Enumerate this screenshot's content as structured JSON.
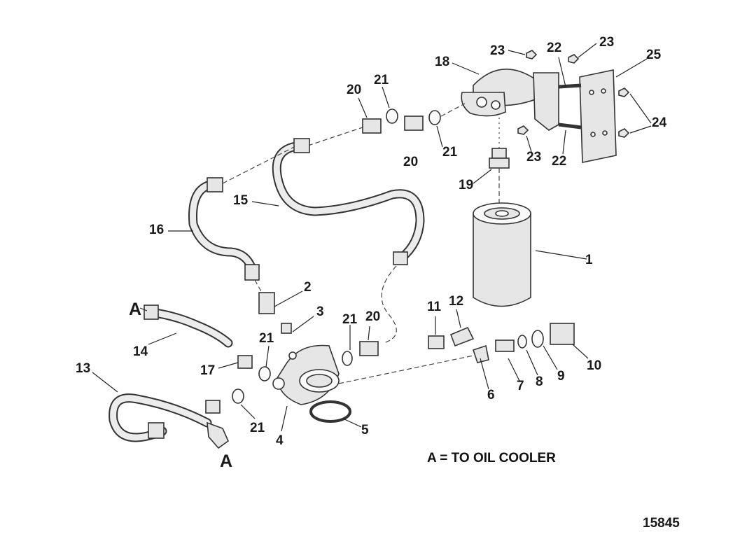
{
  "callouts": {
    "c1": "1",
    "c2": "2",
    "c3": "3",
    "c4": "4",
    "c5": "5",
    "c6": "6",
    "c7": "7",
    "c8": "8",
    "c9": "9",
    "c10": "10",
    "c11": "11",
    "c12": "12",
    "c13": "13",
    "c14": "14",
    "c15": "15",
    "c16": "16",
    "c17": "17",
    "c18": "18",
    "c19": "19",
    "c20a": "20",
    "c20b": "20",
    "c20c": "20",
    "c21a": "21",
    "c21b": "21",
    "c21c": "21",
    "c21d": "21",
    "c21e": "21",
    "c22a": "22",
    "c22b": "22",
    "c23a": "23",
    "c23b": "23",
    "c23c": "23",
    "c24": "24",
    "c25": "25",
    "a_top": "A",
    "a_bottom": "A"
  },
  "legend": "A = TO OIL COOLER",
  "figure_number": "15845"
}
